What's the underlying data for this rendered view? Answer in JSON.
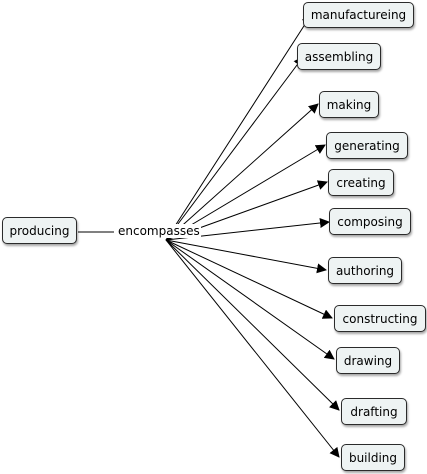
{
  "source": {
    "label": "producing"
  },
  "linking_phrase": "encompasses",
  "targets": [
    {
      "label": "manufactureing"
    },
    {
      "label": "assembling"
    },
    {
      "label": "making"
    },
    {
      "label": "generating"
    },
    {
      "label": "creating"
    },
    {
      "label": "composing"
    },
    {
      "label": "authoring"
    },
    {
      "label": "constructing"
    },
    {
      "label": "drawing"
    },
    {
      "label": "drafting"
    },
    {
      "label": "building"
    }
  ]
}
